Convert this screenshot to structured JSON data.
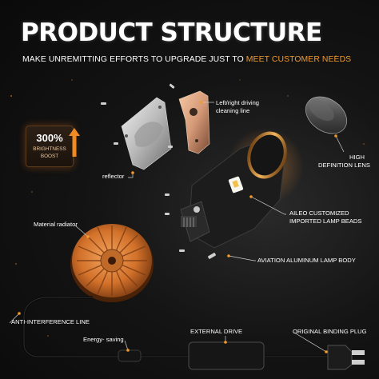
{
  "header": {
    "title": "PRODUCT STRUCTURE",
    "subtitle_lead": "MAKE UNREMITTING EFFORTS TO UPGRADE JUST TO ",
    "subtitle_highlight": "MEET CUSTOMER NEEDS"
  },
  "badge": {
    "value": "300%",
    "line1": "BRIGHTNESS",
    "line2": "BOOST"
  },
  "labels": {
    "left_right_driving_1": "Left/right driving",
    "left_right_driving_2": "cleaning line",
    "reflector": "reflector",
    "high_definition_1": "HIGH",
    "high_definition_2": "DEFINITION LENS",
    "lamp_beads_1": "AILEO CUSTOMIZED",
    "lamp_beads_2": "IMPORTED LAMP BEADS",
    "material_radiator": "Material radiator",
    "aviation_body": "AVIATION ALUMINUM LAMP BODY",
    "anti_interference": "ANTI-INTERFERENCE LINE",
    "energy_saving": "Energy- saving",
    "external_drive": "EXTERNAL DRIVE",
    "binding_plug": "ORIGINAL BINDING PLUG"
  },
  "colors": {
    "accent": "#f39a2a",
    "callout_dot": "#f39a2a",
    "radiator": "#d77a2e",
    "background": "#111111"
  }
}
